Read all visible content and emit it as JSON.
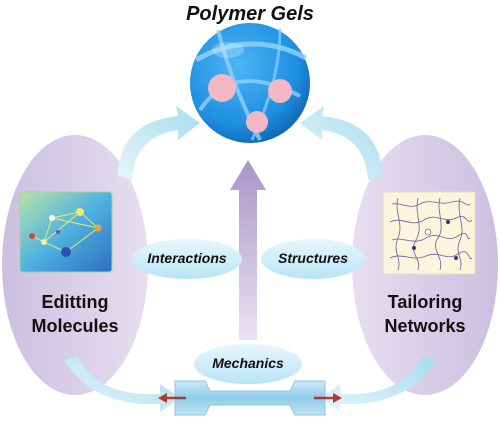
{
  "title": "Polymer Gels",
  "left_panel": {
    "line1": "Editting",
    "line2": "Molecules"
  },
  "right_panel": {
    "line1": "Tailoring",
    "line2": "Networks"
  },
  "ovals": {
    "interactions": "Interactions",
    "structures": "Structures",
    "mechanics": "Mechanics"
  },
  "colors": {
    "sphere": "#1f8fe0",
    "node": "#f4b8c4",
    "side_oval": "#d9cfe6",
    "label_oval": "#cfeef8",
    "arrow": "#bfe6f2",
    "central_arrow": "#b7a6d0",
    "dumbbell": "#9fd5ee",
    "force_arrow": "#b03a2e"
  },
  "icons": [
    "gel-network-sphere-icon",
    "molecule-graphic-icon",
    "polymer-network-graphic-icon",
    "tensile-dumbbell-icon"
  ]
}
